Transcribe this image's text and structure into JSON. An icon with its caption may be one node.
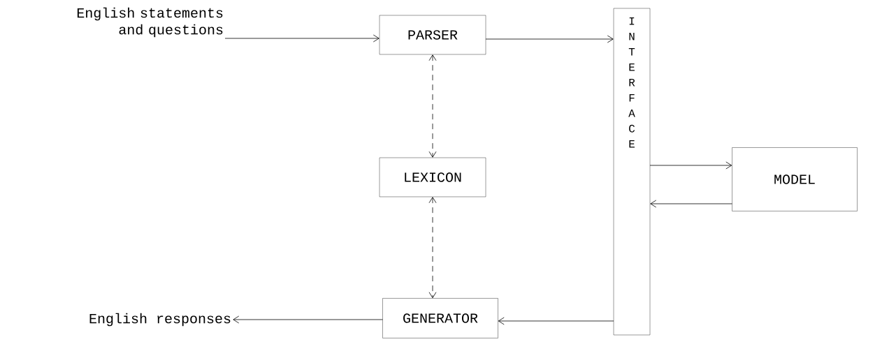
{
  "diagram": {
    "nodes": [
      {
        "text": [
          "English statements and questions"
        ]
      },
      {
        "text": [
          "PARSER"
        ]
      },
      {
        "text": [
          "I N T E R F A C E"
        ]
      },
      {
        "text": [
          "LEXICON"
        ]
      },
      {
        "text": [
          "MODEL"
        ]
      },
      {
        "text": [
          "GENERATOR"
        ]
      },
      {
        "text": [
          "English responses"
        ]
      }
    ],
    "edges": [
      {
        "from": 0,
        "to": 1,
        "arrow": "to"
      },
      {
        "from": 1,
        "to": 2,
        "arrow": "to"
      },
      {
        "from": 1,
        "to": 3,
        "arrow": "both",
        "style": "dashed"
      },
      {
        "from": 3,
        "to": 5,
        "arrow": "both",
        "style": "dashed"
      },
      {
        "from": 2,
        "to": 4,
        "arrow": "to"
      },
      {
        "from": 4,
        "to": 2,
        "arrow": "to"
      },
      {
        "from": 2,
        "to": 5,
        "arrow": "to"
      },
      {
        "from": 5,
        "to": 6,
        "arrow": "to"
      }
    ]
  }
}
